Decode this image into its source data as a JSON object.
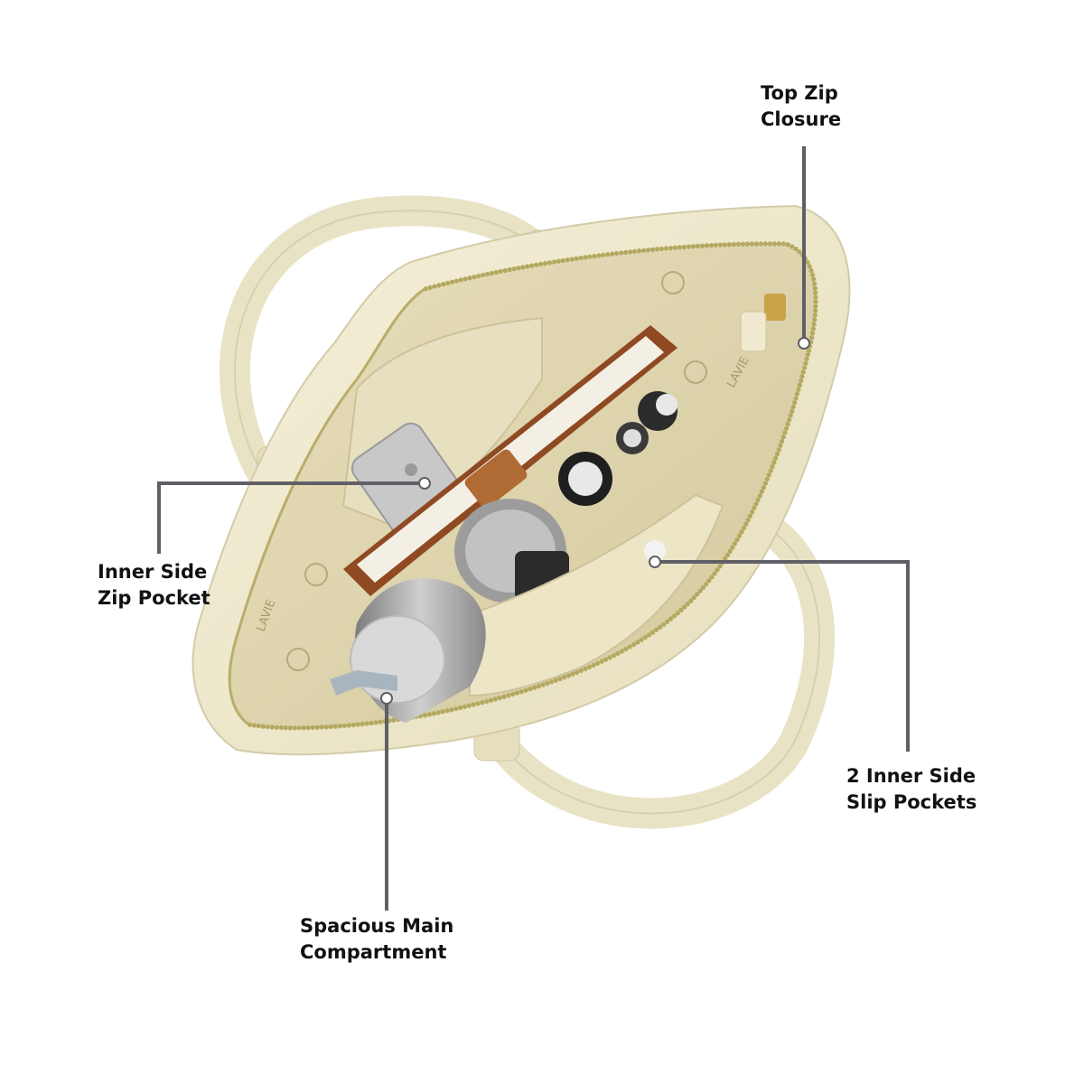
{
  "callouts": {
    "top_zip": {
      "line1": "Top Zip",
      "line2": "Closure"
    },
    "inner_zip_pocket": {
      "line1": "Inner Side",
      "line2": "Zip Pocket"
    },
    "slip_pockets": {
      "line1": "2 Inner Side",
      "line2": "Slip Pockets"
    },
    "main_compartment": {
      "line1": "Spacious Main",
      "line2": "Compartment"
    }
  },
  "lining_print": {
    "brand": "LAVIE"
  },
  "colors": {
    "bag_body": "#efead0",
    "lining": "#ddd3ae",
    "zipper": "#b9ad6b",
    "leader_line": "#5f5f66",
    "diary_cover": "#8f4a23",
    "bottle_steel": "#a8a8a8"
  }
}
